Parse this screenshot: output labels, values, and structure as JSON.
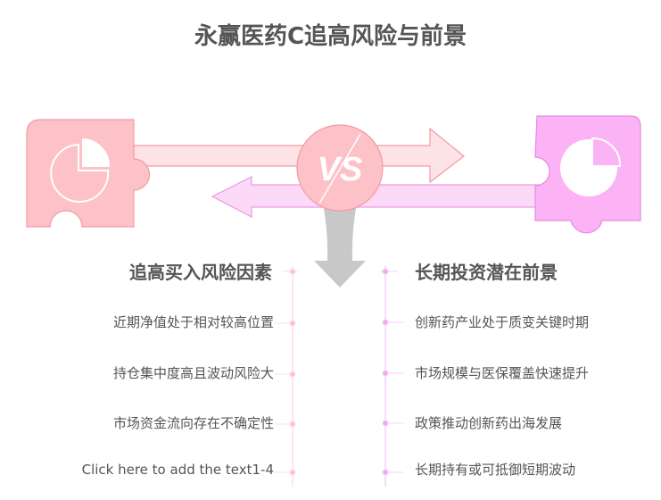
{
  "title": "永赢医药C追高风险与前景",
  "vs_label": "VS",
  "left": {
    "heading": "追高买入风险因素",
    "items": [
      "近期净值处于相对较高位置",
      "持仓集中度高且波动风险大",
      "市场资金流向存在不确定性",
      "Click here to add the text1-4"
    ],
    "color": "#fbc4c8"
  },
  "right": {
    "heading": "长期投资潜在前景",
    "items": [
      "创新药产业处于质变关键时期",
      "市场规模与医保覆盖快速提升",
      "政策推动创新药出海发展",
      "长期持有或可抵御短期波动"
    ],
    "color": "#f9b3f5"
  }
}
